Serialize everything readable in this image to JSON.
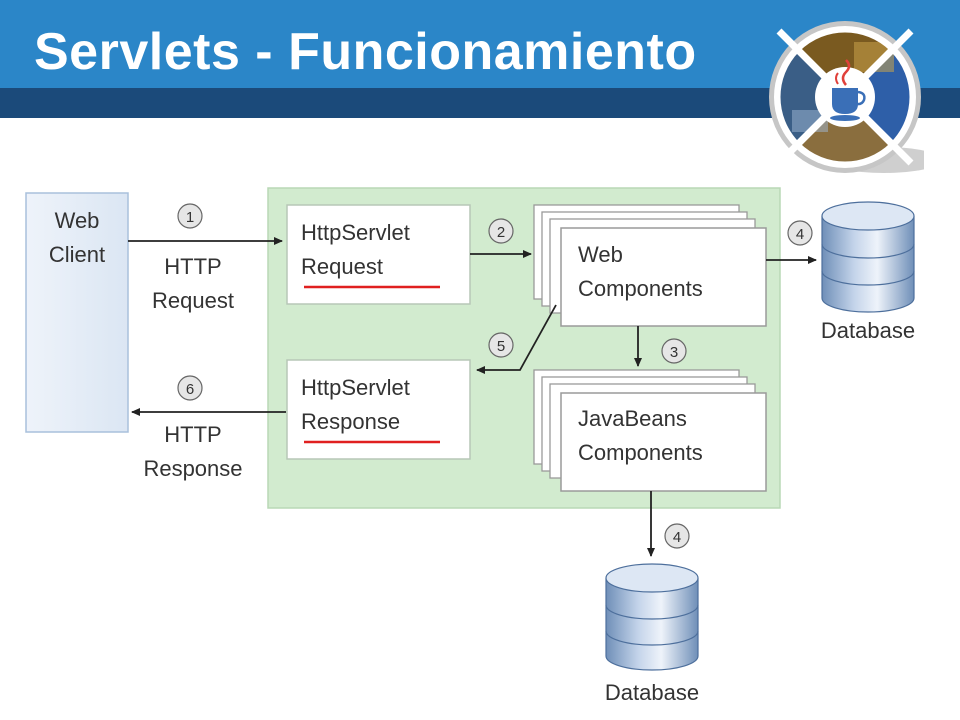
{
  "slide": {
    "title": "Servlets - Funcionamiento"
  },
  "diagram": {
    "web_client": [
      "Web",
      "Client"
    ],
    "http_request": [
      "HTTP",
      "Request"
    ],
    "http_response": [
      "HTTP",
      "Response"
    ],
    "servlet_request": [
      "HttpServlet",
      "Request"
    ],
    "servlet_response": [
      "HttpServlet",
      "Response"
    ],
    "web_components": [
      "Web",
      "Components"
    ],
    "javabeans_components": [
      "JavaBeans",
      "Components"
    ],
    "database_right": "Database",
    "database_bottom": "Database",
    "steps": {
      "s1": "1",
      "s2": "2",
      "s3": "3",
      "s4a": "4",
      "s4b": "4",
      "s5": "5",
      "s6": "6"
    }
  },
  "colors": {
    "header": "#2b86c8",
    "header_stripe": "#1b4a7a",
    "container": "#d2ebcf",
    "underline": "#e02020"
  }
}
